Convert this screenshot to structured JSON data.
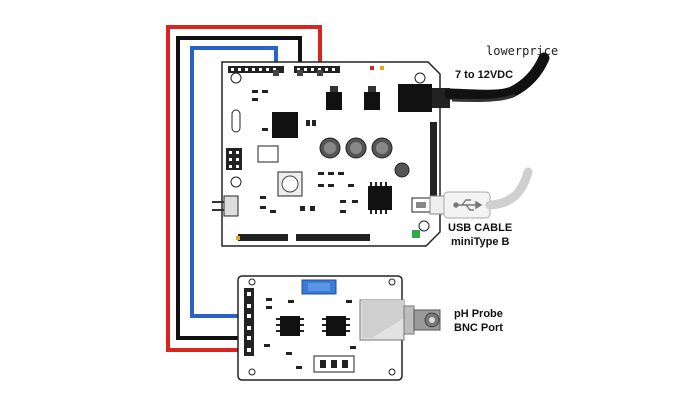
{
  "watermark": "lowerprice",
  "labels": {
    "power": "7 to 12VDC",
    "usb_line1": "USB CABLE",
    "usb_line2": "miniType B",
    "ph_line1": "pH Probe",
    "ph_line2": "BNC Port"
  },
  "wires": {
    "red": "#d8261f",
    "black": "#111111",
    "blue": "#2a63c8"
  },
  "board_color": "#ffffff",
  "icons": [
    "usb-icon",
    "dc-barrel-jack-icon",
    "bnc-connector-icon"
  ]
}
